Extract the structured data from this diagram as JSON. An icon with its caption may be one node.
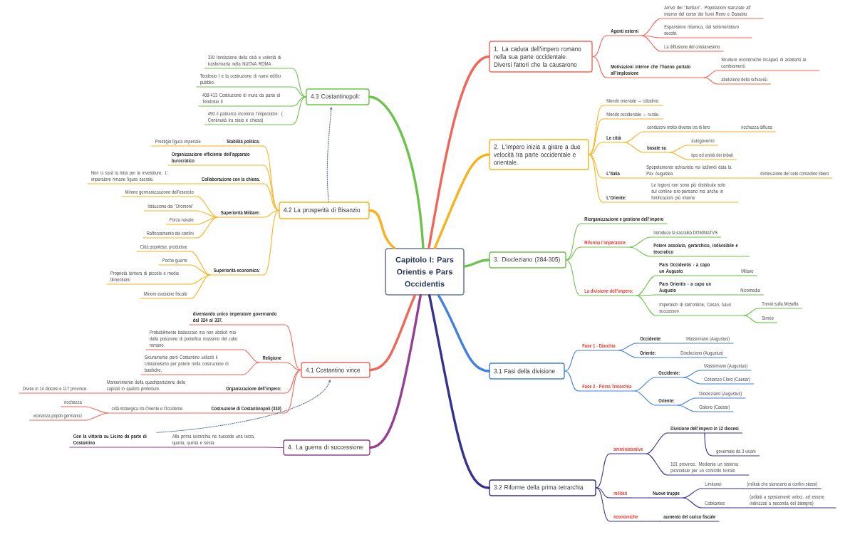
{
  "diagram": {
    "nodes": [
      {
        "text": [
          "Capitolo I: Pars Orientis e Pars Occidentis"
        ]
      },
      {
        "text": [
          "1. La caduta dell'impero romano nella sua parte occidentale. Diversi fattori che la causarono"
        ]
      },
      {
        "text": [
          "Agenti esterni"
        ]
      },
      {
        "text": [
          "Arrivo dei \"barbari\". Popolazioni stanziate all' interno del corso dei fiumi Reno e Danubio."
        ]
      },
      {
        "text": [
          "Espansione islamica, dal settimo/ottavo secolo."
        ]
      },
      {
        "text": [
          "La diffusione del cristianesimo"
        ]
      },
      {
        "text": [
          "Motivazioni interne che l'hanno portato all'implosione"
        ]
      },
      {
        "text": [
          "Strutture economiche incapaci di adattarsi ai cambiamenti."
        ]
      },
      {
        "text": [
          "abolizione della schiavitù"
        ]
      },
      {
        "text": [
          "2. L'impero inizia a girare a due velocità tra parte occidentale e orientale."
        ]
      },
      {
        "text": [
          "Mondo orientale → cittadino."
        ]
      },
      {
        "text": [
          "Mondo occidentale → rurale."
        ]
      },
      {
        "text": [
          "Le città"
        ]
      },
      {
        "text": [
          "condizioni molto diverse tra di loro"
        ]
      },
      {
        "text": [
          "ricchezza diffusa"
        ]
      },
      {
        "text": [
          "basate su"
        ]
      },
      {
        "text": [
          "autogoverno"
        ]
      },
      {
        "text": [
          "tipo ed entità dei tributi"
        ]
      },
      {
        "text": [
          "L'Italia"
        ]
      },
      {
        "text": [
          "Spopolamento schiavista nei latifondi data la Pax Augustea"
        ]
      },
      {
        "text": [
          "diminuzione del ceto contadino libero"
        ]
      },
      {
        "text": [
          "L'Oriente:"
        ]
      },
      {
        "text": [
          "Le legioni non sono più distribuite solo sul confine siro-persiano ma anche in fortificazioni più interne"
        ]
      },
      {
        "text": [
          "3. Diocleziano (284-305)"
        ]
      },
      {
        "text": [
          "Riorganizzazione e gestione dell'impero"
        ]
      },
      {
        "text": [
          "Riforma l'imperatore:"
        ]
      },
      {
        "text": [
          "Introduce la sacralità DOMINATVS"
        ]
      },
      {
        "text": [
          "Potere assoluto, gerarchico, indivisibile e teocratico"
        ]
      },
      {
        "text": [
          "La divisione dell'impero:"
        ]
      },
      {
        "text": [
          "Pars Occidentis - a capo un Augusto"
        ]
      },
      {
        "text": [
          "Milano"
        ]
      },
      {
        "text": [
          "Pars Orientis - a capo un Augusto"
        ]
      },
      {
        "text": [
          "Nicomedia"
        ]
      },
      {
        "text": [
          "Imperatori di sott'ordine, Cesari, futuri successori"
        ]
      },
      {
        "text": [
          "Treviri sulla Mosella"
        ]
      },
      {
        "text": [
          "Sirmio"
        ]
      },
      {
        "text": [
          "3.1 Fasi della divisione"
        ]
      },
      {
        "text": [
          "Fase 1 - Diarchia"
        ]
      },
      {
        "text": [
          "Occidente:"
        ]
      },
      {
        "text": [
          "Massimiano (Augustus)"
        ]
      },
      {
        "text": [
          "Oriente:"
        ]
      },
      {
        "text": [
          "Diocleziano (Augustus)"
        ]
      },
      {
        "text": [
          "Fase 2 - Prima Tretarchia"
        ]
      },
      {
        "text": [
          "Occidente:"
        ]
      },
      {
        "text": [
          "Massimiano (Augustus)"
        ]
      },
      {
        "text": [
          "Costanzo Cloro (Caesar)"
        ]
      },
      {
        "text": [
          "Oriente:"
        ]
      },
      {
        "text": [
          "Diocleziano (Augustus)"
        ]
      },
      {
        "text": [
          "Galerio (Caesar)"
        ]
      },
      {
        "text": [
          "3.2 Riforme della prima tetrarchia"
        ]
      },
      {
        "text": [
          "amministrative"
        ]
      },
      {
        "text": [
          "Divisione dell'impero in 12 diocesi"
        ]
      },
      {
        "text": [
          "governate da 3 vicarii"
        ]
      },
      {
        "text": [
          "101 province. Mediante un sistema piramidale per un controllo ferrato"
        ]
      },
      {
        "text": [
          "militari"
        ]
      },
      {
        "text": [
          "Nuove truppe"
        ]
      },
      {
        "text": [
          "Limitanei"
        ]
      },
      {
        "text": [
          "(militati che stanziano ai confini stessi)"
        ]
      },
      {
        "text": [
          "Cobitantes"
        ]
      },
      {
        "text": [
          "(adibiti a spostamenti veloci, ad essere indirizzati a seconda del bisogno)"
        ]
      },
      {
        "text": [
          "economiche"
        ]
      },
      {
        "text": [
          "aumento del carico fiscale"
        ]
      },
      {
        "text": [
          "4. La guerra di successione"
        ]
      },
      {
        "text": [
          "Alla prima tetrarchia ne succede una terza, quarta, quinta e sesta."
        ]
      },
      {
        "text": [
          "Con la vittoria su Licino da parte di Costantino"
        ]
      },
      {
        "text": [
          "4.1 Costantino vince"
        ]
      },
      {
        "text": [
          "diventando unico imperatore governando dal 324 al 337."
        ]
      },
      {
        "text": [
          "Religione"
        ]
      },
      {
        "text": [
          "Probabilmente battezzato ma non abdicò mai dalla posizione di pontefice massimo del culto romano."
        ]
      },
      {
        "text": [
          "Sicuramente però Costantino utilizzò il cristianesimo per potere nella costruzione di basiliche."
        ]
      },
      {
        "text": [
          "Organizzazione dell'impero:"
        ]
      },
      {
        "text": [
          "Mantenimento della quadripartizione delle capitali in quattro prefetture."
        ]
      },
      {
        "text": [
          "Divise in 14 diocesi e 117 province."
        ]
      },
      {
        "text": [
          "Costruzione di Costantinopoli (330)"
        ]
      },
      {
        "text": [
          "città strategica tra Oriente e Occidente."
        ]
      },
      {
        "text": [
          "ricchezza"
        ]
      },
      {
        "text": [
          "vicinanza popoli germanici"
        ]
      },
      {
        "text": [
          "4.2 La prosperità di Bisanzio"
        ]
      },
      {
        "text": [
          "Stabilità politica:"
        ]
      },
      {
        "text": [
          "Prestigio figura imperiale"
        ]
      },
      {
        "text": [
          "Organizzazione efficiente dell'apparato burocratico"
        ]
      },
      {
        "text": [
          "Collaborazione con la chiesa."
        ]
      },
      {
        "text": [
          "Non ci sarà la lotta per le investiture. L' imperatore rimane figura sacrale."
        ]
      },
      {
        "text": [
          "Superiorità Militare:"
        ]
      },
      {
        "text": [
          "Minore germanizzazione dell'esercito"
        ]
      },
      {
        "text": [
          "Istituzione dei \"Dromoni\""
        ]
      },
      {
        "text": [
          "Forza navale"
        ]
      },
      {
        "text": [
          "Rafforzamento dei confini"
        ]
      },
      {
        "text": [
          "Superiorità economica:"
        ]
      },
      {
        "text": [
          "Città popolose, produttive"
        ]
      },
      {
        "text": [
          "Poche guerre"
        ]
      },
      {
        "text": [
          "Proprietà terriera di piccole e medie dimensioni"
        ]
      },
      {
        "text": [
          "Minore evasione fiscale"
        ]
      },
      {
        "text": [
          "4.3 Costantinopoli:"
        ]
      },
      {
        "text": [
          "330 fondazione della città e volontà di trasformarla nella NUOVA ROMA"
        ]
      },
      {
        "text": [
          "Teodosio I e la costruzione di nuovi edifici pubblici"
        ]
      },
      {
        "text": [
          "408-413 Costruzione di mura da parte di Teodosio II"
        ]
      },
      {
        "text": [
          "450 il patriarca incorona l'imperatore. ( Continuità tra stato e chiesa)"
        ]
      }
    ],
    "edges": [
      {
        "from": 0,
        "to": 1,
        "arrow": "none",
        "style": "thick",
        "color": "#f0675a"
      },
      {
        "from": 1,
        "to": 2,
        "arrow": "none",
        "color": "#f0675a"
      },
      {
        "from": 2,
        "to": 3,
        "arrow": "none",
        "color": "#f0675a"
      },
      {
        "from": 2,
        "to": 4,
        "arrow": "none",
        "color": "#f0675a"
      },
      {
        "from": 2,
        "to": 5,
        "arrow": "none",
        "color": "#f0675a"
      },
      {
        "from": 1,
        "to": 6,
        "arrow": "none",
        "color": "#f0675a"
      },
      {
        "from": 6,
        "to": 7,
        "arrow": "none",
        "color": "#f0675a"
      },
      {
        "from": 6,
        "to": 8,
        "arrow": "none",
        "color": "#f0675a"
      },
      {
        "from": 0,
        "to": 9,
        "arrow": "none",
        "style": "thick"
      },
      {
        "from": 9,
        "to": 10,
        "arrow": "none"
      },
      {
        "from": 9,
        "to": 11,
        "arrow": "none"
      },
      {
        "from": 9,
        "to": 12,
        "arrow": "none"
      },
      {
        "from": 12,
        "to": 13,
        "arrow": "none"
      },
      {
        "from": 13,
        "to": 14,
        "arrow": "none"
      },
      {
        "from": 12,
        "to": 15,
        "arrow": "none"
      },
      {
        "from": 15,
        "to": 16,
        "arrow": "none"
      },
      {
        "from": 15,
        "to": 17,
        "arrow": "none"
      },
      {
        "from": 9,
        "to": 18,
        "arrow": "none"
      },
      {
        "from": 18,
        "to": 19,
        "arrow": "none"
      },
      {
        "from": 19,
        "to": 20,
        "arrow": "none"
      },
      {
        "from": 9,
        "to": 21,
        "arrow": "none"
      },
      {
        "from": 21,
        "to": 22,
        "arrow": "none"
      },
      {
        "from": 0,
        "to": 23,
        "arrow": "none",
        "style": "thick",
        "color": "#6cc24a"
      },
      {
        "from": 23,
        "to": 24,
        "arrow": "none",
        "color": "#6cc24a"
      },
      {
        "from": 23,
        "to": 25,
        "arrow": "none",
        "color": "#6cc24a"
      },
      {
        "from": 25,
        "to": 26,
        "arrow": "none",
        "color": "#6cc24a"
      },
      {
        "from": 25,
        "to": 27,
        "arrow": "none",
        "color": "#6cc24a"
      },
      {
        "from": 23,
        "to": 28,
        "arrow": "none",
        "color": "#6cc24a"
      },
      {
        "from": 28,
        "to": 29,
        "arrow": "none",
        "color": "#6cc24a"
      },
      {
        "from": 29,
        "to": 30,
        "arrow": "none",
        "color": "#6cc24a"
      },
      {
        "from": 28,
        "to": 31,
        "arrow": "none",
        "color": "#6cc24a"
      },
      {
        "from": 31,
        "to": 32,
        "arrow": "none",
        "color": "#6cc24a"
      },
      {
        "from": 28,
        "to": 33,
        "arrow": "none",
        "color": "#6cc24a"
      },
      {
        "from": 33,
        "to": 34,
        "arrow": "none",
        "color": "#6cc24a"
      },
      {
        "from": 33,
        "to": 35,
        "arrow": "none",
        "color": "#6cc24a"
      },
      {
        "from": 0,
        "to": 36,
        "arrow": "none",
        "style": "thick",
        "color": "#3f80e0"
      },
      {
        "from": 36,
        "to": 37,
        "arrow": "none",
        "color": "#3f80e0"
      },
      {
        "from": 37,
        "to": 38,
        "arrow": "none",
        "color": "#3f80e0"
      },
      {
        "from": 38,
        "to": 39,
        "arrow": "none",
        "color": "#3f80e0"
      },
      {
        "from": 37,
        "to": 40,
        "arrow": "none",
        "color": "#3f80e0"
      },
      {
        "from": 40,
        "to": 41,
        "arrow": "none",
        "color": "#3f80e0"
      },
      {
        "from": 36,
        "to": 42,
        "arrow": "none",
        "color": "#3f80e0"
      },
      {
        "from": 42,
        "to": 43,
        "arrow": "none",
        "color": "#3f80e0"
      },
      {
        "from": 43,
        "to": 44,
        "arrow": "none",
        "color": "#3f80e0"
      },
      {
        "from": 43,
        "to": 45,
        "arrow": "none",
        "color": "#3f80e0"
      },
      {
        "from": 42,
        "to": 46,
        "arrow": "none",
        "color": "#3f80e0"
      },
      {
        "from": 46,
        "to": 47,
        "arrow": "none",
        "color": "#3f80e0"
      },
      {
        "from": 46,
        "to": 48,
        "arrow": "none",
        "color": "#3f80e0"
      },
      {
        "from": 0,
        "to": 49,
        "arrow": "none",
        "style": "thick",
        "color": "#35318f"
      },
      {
        "from": 49,
        "to": 50,
        "arrow": "none",
        "color": "#35318f"
      },
      {
        "from": 50,
        "to": 51,
        "arrow": "none",
        "color": "#35318f"
      },
      {
        "from": 51,
        "to": 52,
        "arrow": "none",
        "color": "#35318f"
      },
      {
        "from": 50,
        "to": 53,
        "arrow": "none",
        "color": "#35318f"
      },
      {
        "from": 49,
        "to": 54,
        "arrow": "none",
        "color": "#35318f"
      },
      {
        "from": 54,
        "to": 55,
        "arrow": "none",
        "color": "#35318f"
      },
      {
        "from": 55,
        "to": 56,
        "arrow": "none",
        "color": "#35318f"
      },
      {
        "from": 56,
        "to": 57,
        "arrow": "none",
        "color": "#35318f"
      },
      {
        "from": 55,
        "to": 58,
        "arrow": "none",
        "color": "#35318f"
      },
      {
        "from": 58,
        "to": 59,
        "arrow": "none",
        "color": "#35318f"
      },
      {
        "from": 49,
        "to": 60,
        "arrow": "none",
        "color": "#35318f"
      },
      {
        "from": 60,
        "to": 61,
        "arrow": "none",
        "color": "#35318f"
      },
      {
        "from": 0,
        "to": 62,
        "arrow": "none",
        "style": "thick",
        "color": "#943f92"
      },
      {
        "from": 62,
        "to": 63,
        "arrow": "none",
        "color": "#943f92"
      },
      {
        "from": 63,
        "to": 64,
        "arrow": "none",
        "color": "#943f92"
      },
      {
        "from": 0,
        "to": 65,
        "arrow": "none",
        "style": "thick",
        "color": "#f0675a"
      },
      {
        "from": 65,
        "to": 66,
        "arrow": "none",
        "color": "#f0675a"
      },
      {
        "from": 65,
        "to": 67,
        "arrow": "none",
        "color": "#f0675a"
      },
      {
        "from": 67,
        "to": 68,
        "arrow": "none",
        "color": "#f0675a"
      },
      {
        "from": 67,
        "to": 69,
        "arrow": "none",
        "color": "#f0675a"
      },
      {
        "from": 65,
        "to": 70,
        "arrow": "none",
        "color": "#f0675a"
      },
      {
        "from": 70,
        "to": 71,
        "arrow": "none",
        "color": "#f0675a"
      },
      {
        "from": 71,
        "to": 72,
        "arrow": "none",
        "color": "#f0675a"
      },
      {
        "from": 65,
        "to": 73,
        "arrow": "none",
        "color": "#f0675a"
      },
      {
        "from": 73,
        "to": 74,
        "arrow": "none",
        "color": "#f0675a"
      },
      {
        "from": 74,
        "to": 75,
        "arrow": "none",
        "color": "#f0675a"
      },
      {
        "from": 74,
        "to": 76,
        "arrow": "none",
        "color": "#f0675a"
      },
      {
        "from": 0,
        "to": 77,
        "arrow": "none",
        "style": "thick"
      },
      {
        "from": 77,
        "to": 78,
        "arrow": "none"
      },
      {
        "from": 78,
        "to": 79,
        "arrow": "none"
      },
      {
        "from": 77,
        "to": 80,
        "arrow": "none"
      },
      {
        "from": 77,
        "to": 81,
        "arrow": "none"
      },
      {
        "from": 81,
        "to": 82,
        "arrow": "none"
      },
      {
        "from": 77,
        "to": 83,
        "arrow": "none"
      },
      {
        "from": 83,
        "to": 84,
        "arrow": "none"
      },
      {
        "from": 83,
        "to": 85,
        "arrow": "none"
      },
      {
        "from": 83,
        "to": 86,
        "arrow": "none"
      },
      {
        "from": 83,
        "to": 87,
        "arrow": "none"
      },
      {
        "from": 77,
        "to": 88,
        "arrow": "none"
      },
      {
        "from": 88,
        "to": 89,
        "arrow": "none"
      },
      {
        "from": 88,
        "to": 90,
        "arrow": "none"
      },
      {
        "from": 88,
        "to": 91,
        "arrow": "none"
      },
      {
        "from": 88,
        "to": 92,
        "arrow": "none"
      },
      {
        "from": 0,
        "to": 93,
        "arrow": "none",
        "style": "thick",
        "color": "#6cc24a"
      },
      {
        "from": 93,
        "to": 94,
        "arrow": "none",
        "color": "#6cc24a"
      },
      {
        "from": 93,
        "to": 95,
        "arrow": "none",
        "color": "#6cc24a"
      },
      {
        "from": 93,
        "to": 96,
        "arrow": "none",
        "color": "#6cc24a"
      },
      {
        "from": 93,
        "to": 97,
        "arrow": "none",
        "color": "#6cc24a"
      },
      {
        "from": 64,
        "to": 65,
        "arrow": "to",
        "style": "dashed",
        "color": "#5d6f92"
      },
      {
        "from": 77,
        "to": 93,
        "arrow": "to",
        "style": "dashed",
        "color": "#5d6f92"
      }
    ]
  }
}
